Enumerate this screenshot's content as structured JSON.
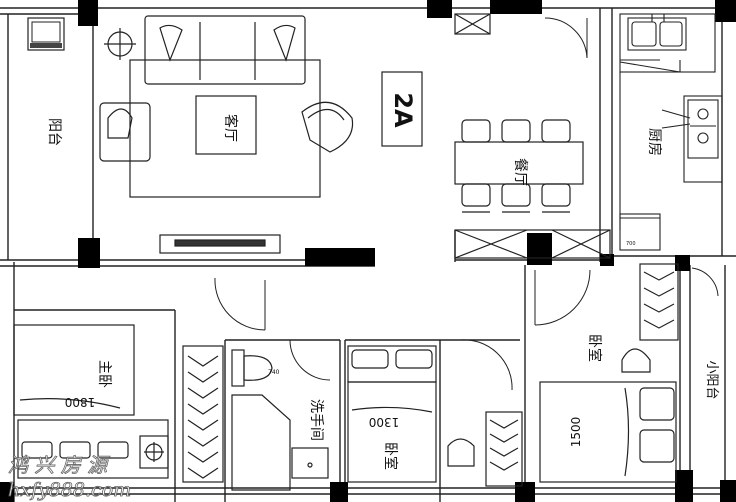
{
  "plan": {
    "unit_label": "2A",
    "rooms": {
      "balcony": "阳台",
      "living_room": "客厅",
      "dining_room": "餐厅",
      "kitchen": "厨房",
      "master_bedroom": "主卧",
      "washroom": "洗手间",
      "bedroom_middle": "卧室",
      "bedroom_right": "卧室",
      "small_balcony": "小阳台"
    },
    "dimensions": {
      "master_bed": "1800",
      "middle_bed": "1300",
      "right_bed": "1500",
      "toilet": "740",
      "fridge": "700"
    },
    "watermark": {
      "chinese": "鸿 兴 房 源",
      "url": "hxfy888.com"
    }
  }
}
